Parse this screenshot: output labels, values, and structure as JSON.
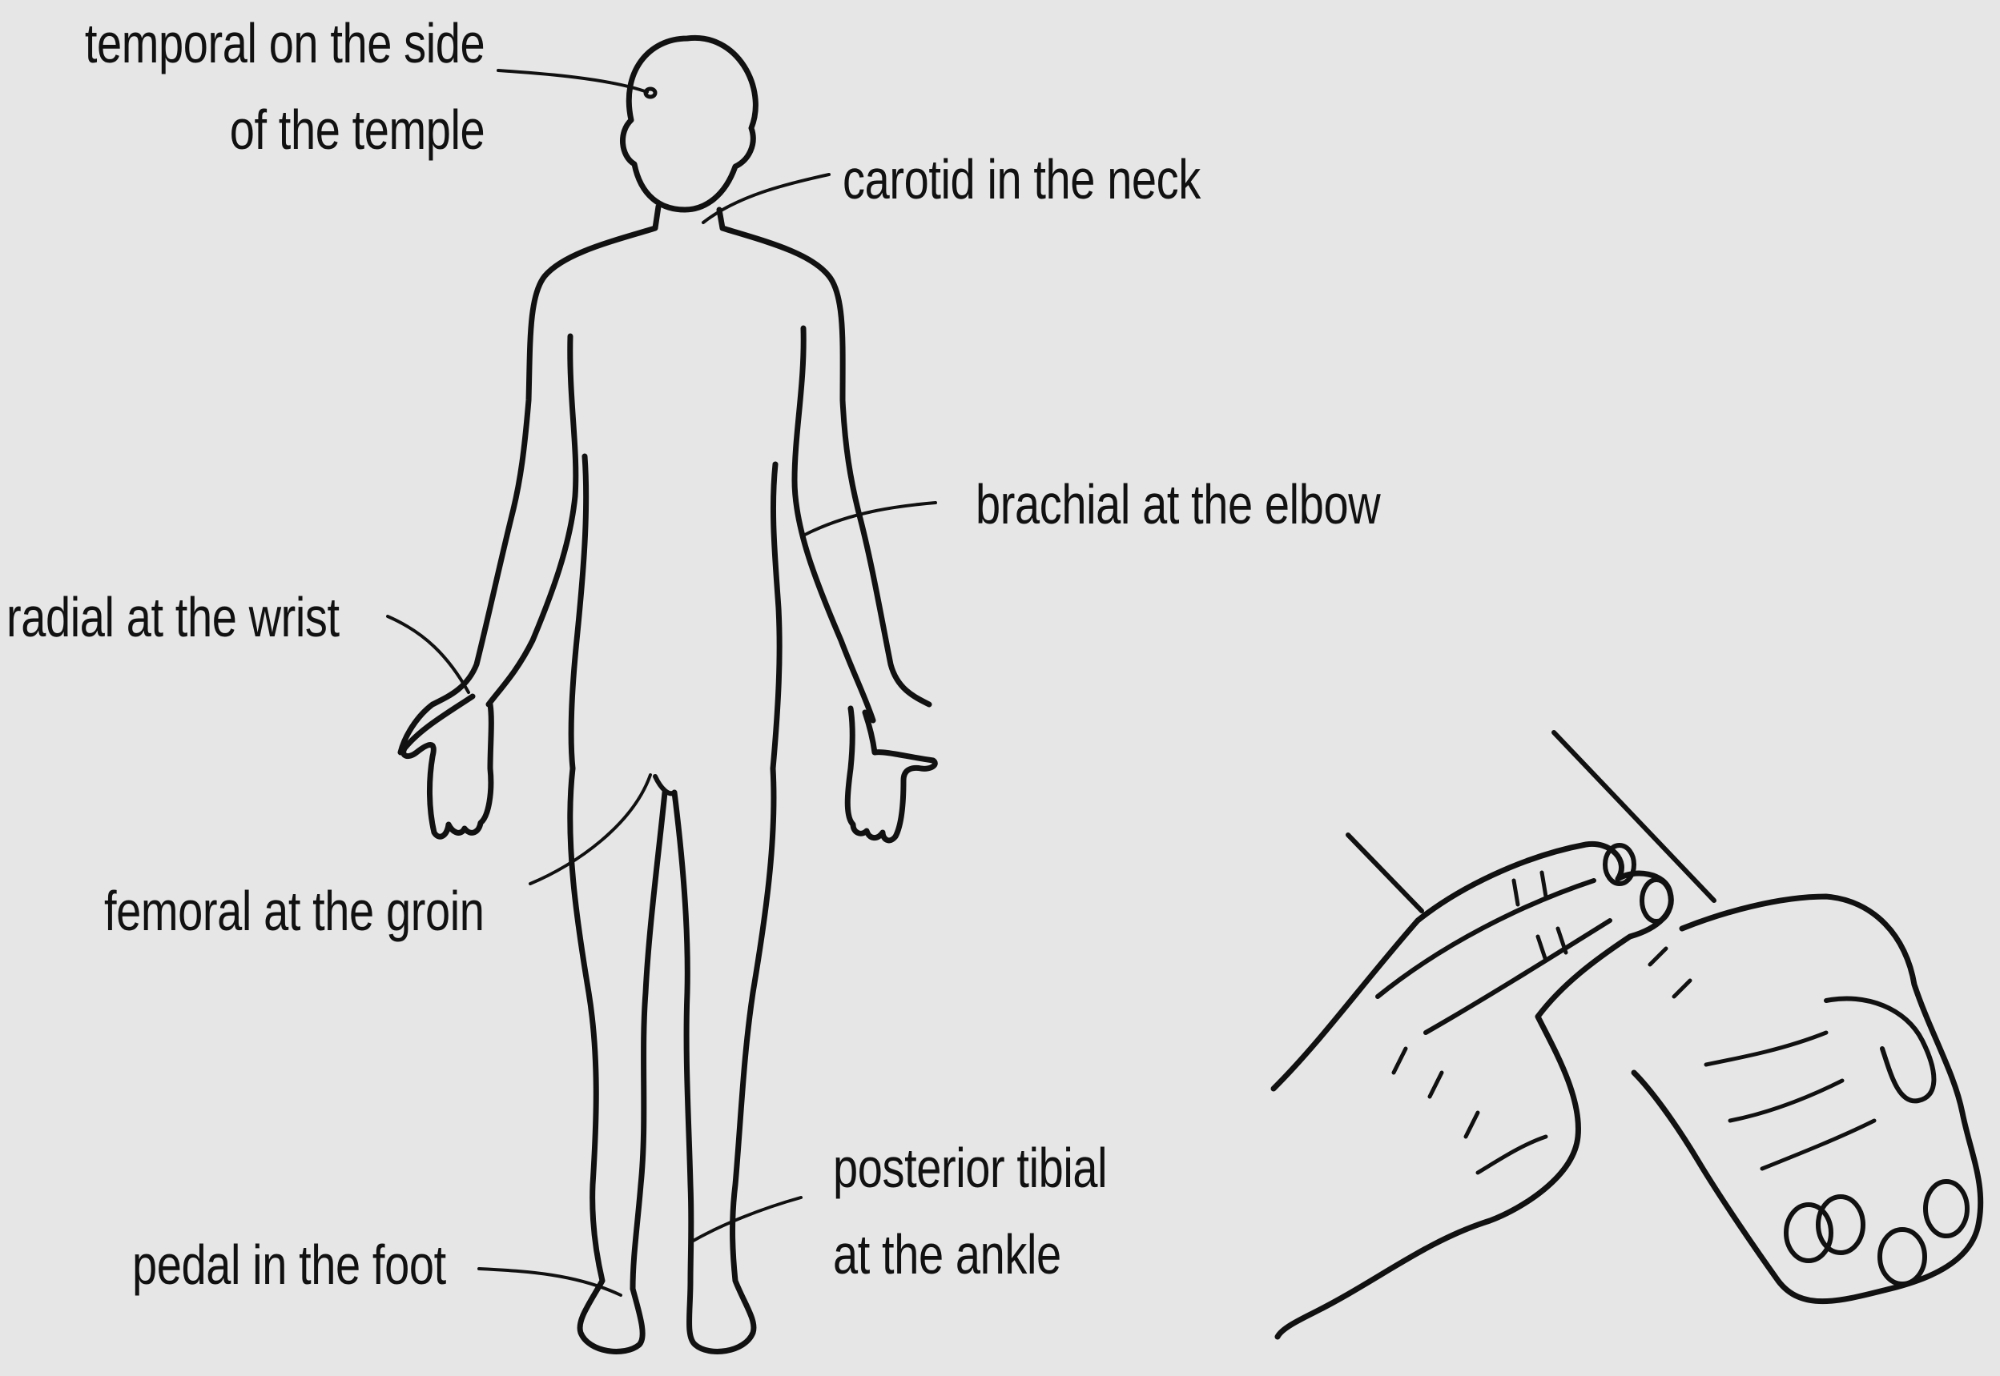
{
  "labels": {
    "temporal": [
      "temporal on the side",
      "of the temple"
    ],
    "carotid": "carotid in the neck",
    "brachial": "brachial at the elbow",
    "radial": "radial at the wrist",
    "femoral": "femoral at the groin",
    "posterior_tibial": [
      "posterior tibial",
      "at the ankle"
    ],
    "pedal": "pedal in the foot"
  },
  "colors": {
    "background": "#e6e6e6",
    "ink": "#111111"
  }
}
